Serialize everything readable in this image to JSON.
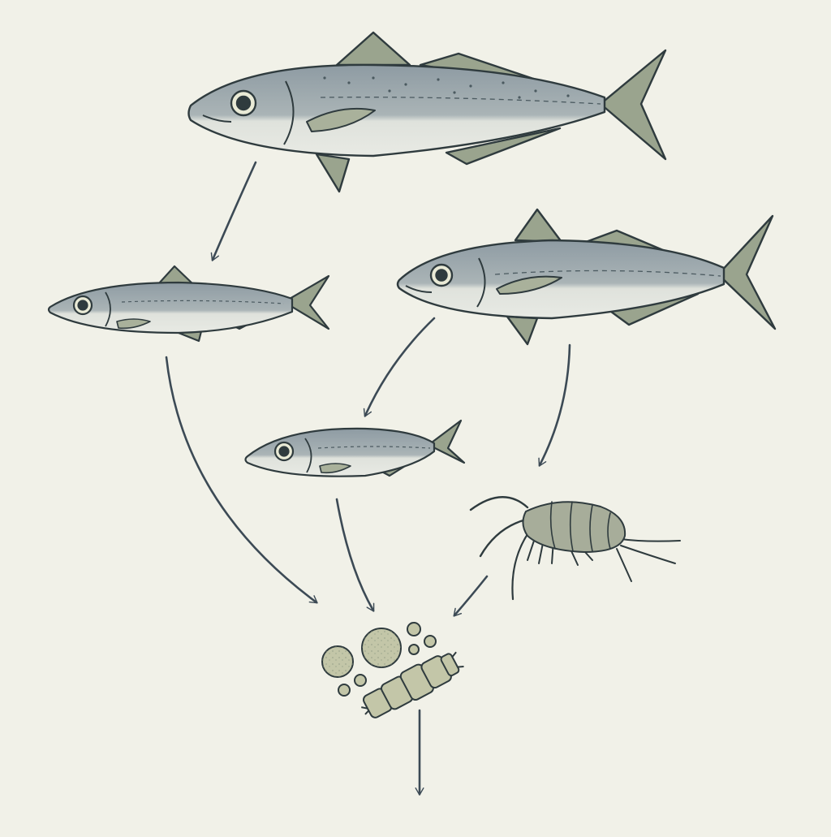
{
  "diagram": {
    "kind": "marine food web",
    "colors": {
      "background": "#f1f1e8",
      "outline": "#2f3b3e",
      "arrow": "#3c4a55",
      "fish_back": "#8e9ba3",
      "fish_belly": "#e4e6e0",
      "fins": "#9aa48e",
      "zooplankton": "#a7ad9a",
      "phytoplankton": "#c3c6a8"
    },
    "nodes": [
      {
        "id": "large-fish-top",
        "type": "fish",
        "icon": "large-fish-icon"
      },
      {
        "id": "large-fish-right",
        "type": "fish",
        "icon": "mackerel-icon"
      },
      {
        "id": "small-fish-left",
        "type": "fish",
        "icon": "sardine-icon"
      },
      {
        "id": "small-fish-center",
        "type": "fish",
        "icon": "small-fish-icon"
      },
      {
        "id": "copepod",
        "type": "zooplankton",
        "icon": "copepod-icon"
      },
      {
        "id": "phytoplankton",
        "type": "phytoplankton",
        "icon": "phytoplankton-icon"
      }
    ],
    "arrows": [
      {
        "from": "large-fish-top",
        "to": "small-fish-left"
      },
      {
        "from": "large-fish-right",
        "to": "small-fish-center"
      },
      {
        "from": "large-fish-right",
        "to": "copepod"
      },
      {
        "from": "small-fish-left",
        "to": "phytoplankton"
      },
      {
        "from": "small-fish-center",
        "to": "phytoplankton"
      },
      {
        "from": "copepod",
        "to": "phytoplankton"
      },
      {
        "from": "phytoplankton",
        "to": "below"
      }
    ]
  }
}
